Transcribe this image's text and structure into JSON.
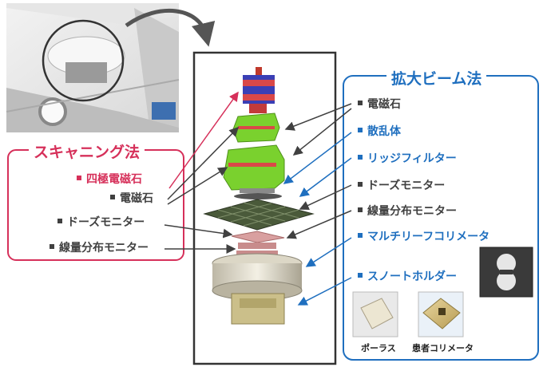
{
  "scanning": {
    "title": "スキャニング法",
    "items": [
      "四極電磁石",
      "電磁石",
      "ドーズモニター",
      "線量分布モニター"
    ]
  },
  "broad_beam": {
    "title": "拡大ビーム法",
    "items": [
      "電磁石",
      "散乱体",
      "リッジフィルター",
      "ドーズモニター",
      "線量分布モニター",
      "マルチリーフコリメータ",
      "スノートホルダー"
    ]
  },
  "thumbnails": {
    "porous_caption": "ポーラス",
    "patient_collimator_caption": "患者コリメータ"
  },
  "colors": {
    "scanning": "#d6305a",
    "broad_beam": "#1f6fbf",
    "neutral": "#404040"
  }
}
